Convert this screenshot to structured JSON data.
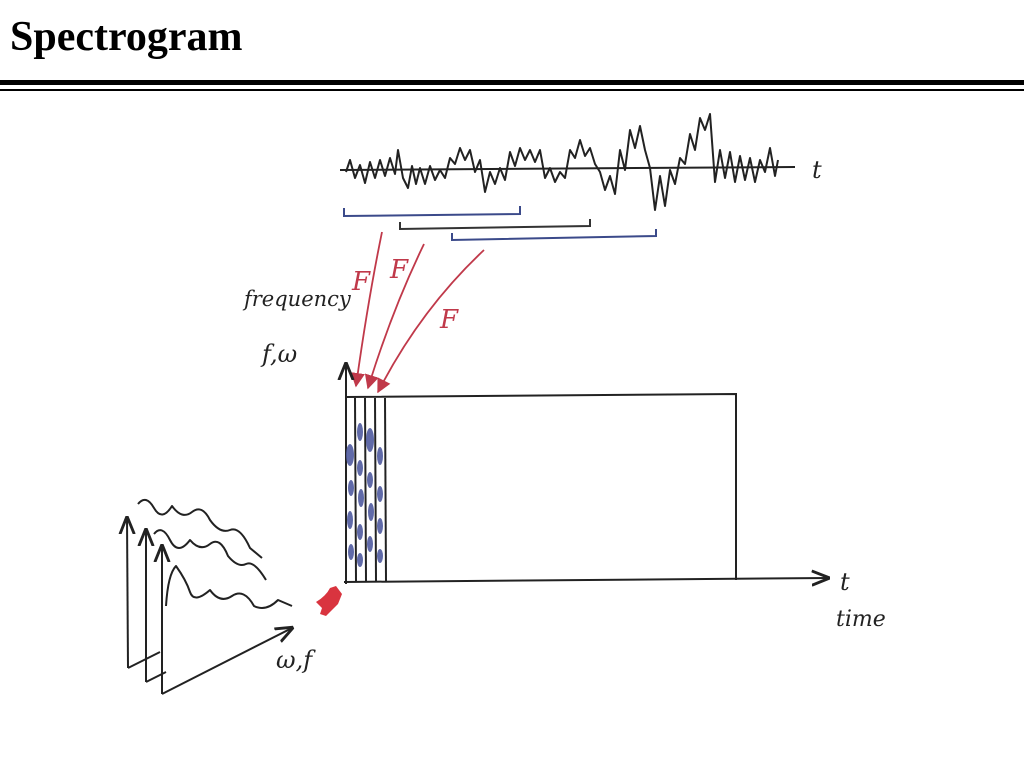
{
  "slide": {
    "title": "Spectrogram"
  },
  "signal": {
    "axis_label": "t"
  },
  "fourier": {
    "symbol": "F"
  },
  "spectrogram": {
    "y_label": "frequency",
    "y_symbol": "f,ω",
    "x_symbol": "t",
    "x_label": "time"
  },
  "spectra": {
    "axis_label": "ω,f"
  },
  "colors": {
    "ink": "#222222",
    "arrow_red": "#c0394a",
    "marker_red": "#d9343f",
    "blob_blue": "#4f5a9f",
    "window_blue": "#3b4a8a"
  }
}
